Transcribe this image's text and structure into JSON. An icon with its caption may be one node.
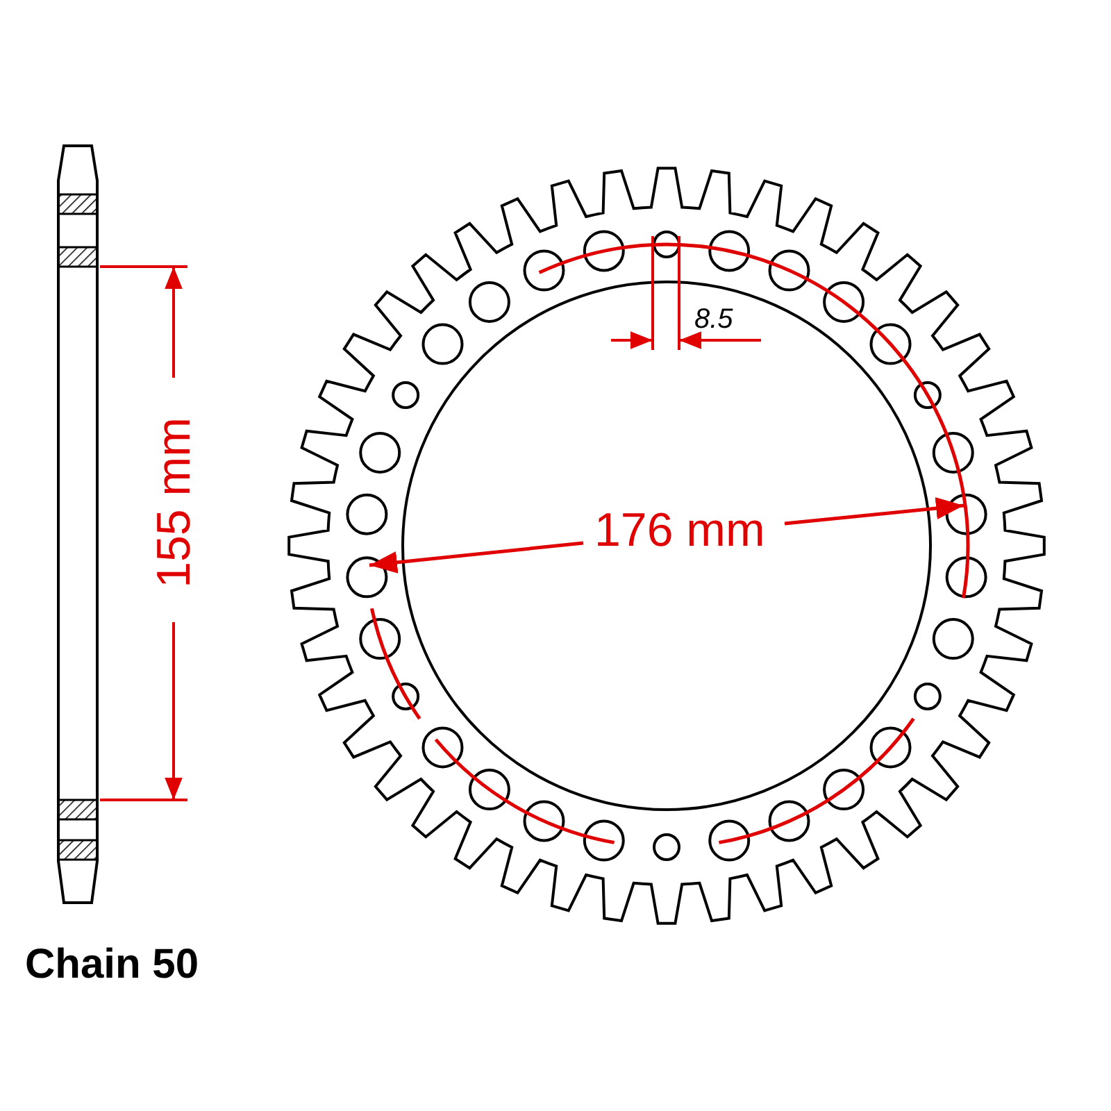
{
  "diagram": {
    "labels": [
      "155 mm",
      "8.5",
      "176 mm",
      "Chain 50"
    ]
  }
}
